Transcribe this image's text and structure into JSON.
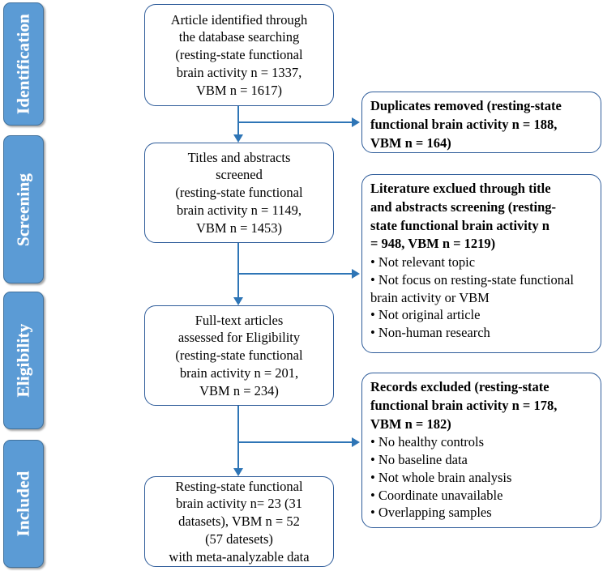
{
  "figure": {
    "type": "prisma-flow-diagram",
    "colors": {
      "stage_fill": "#5B9BD5",
      "stage_border": "#41719C",
      "stage_text": "#FFFFFF",
      "box_border": "#2E5C9A",
      "box_fill": "#FFFFFF",
      "connector": "#2E75B6",
      "text": "#000000"
    }
  },
  "stages": [
    {
      "id": "identification",
      "label": "Identification"
    },
    {
      "id": "screening",
      "label": "Screening"
    },
    {
      "id": "eligibility",
      "label": "Eligibility"
    },
    {
      "id": "included",
      "label": "Included"
    }
  ],
  "boxes": {
    "identified": {
      "lines": [
        "Article identified through",
        "the database searching",
        "(resting-state functional",
        "brain activity n = 1337,",
        "VBM n = 1617)"
      ]
    },
    "screened": {
      "lines": [
        "Titles and abstracts",
        "screened",
        "(resting-state functional",
        "brain activity n = 1149,",
        "VBM n = 1453)"
      ]
    },
    "fulltext": {
      "lines": [
        "Full-text articles",
        "assessed for Eligibility",
        "(resting-state functional",
        "brain activity n = 201,",
        "VBM n = 234)"
      ]
    },
    "included": {
      "lines": [
        "Resting-state functional",
        "brain activity n= 23 (31",
        "datasets), VBM n = 52",
        "(57 datesets)",
        "with meta-analyzable data"
      ]
    },
    "duplicates": {
      "heading_lines": [
        "Duplicates removed (resting-state",
        "functional brain activity n = 188,",
        "VBM n = 164)"
      ],
      "bullets": []
    },
    "literature_excluded": {
      "heading_lines": [
        "Literature exclued through title",
        "and abstracts screening (resting-",
        "state functional brain activity n",
        "= 948, VBM n = 1219)"
      ],
      "bullets": [
        "Not relevant topic",
        "Not focus on resting-state functional brain activity or VBM",
        "Not original article",
        "Non-human research"
      ]
    },
    "records_excluded": {
      "heading_lines": [
        "Records excluded (resting-state",
        "functional brain activity n = 178,",
        "VBM n = 182)"
      ],
      "bullets": [
        "No healthy controls",
        "No baseline data",
        "Not whole brain analysis",
        "Coordinate unavailable",
        "Overlapping samples"
      ]
    }
  },
  "counts": {
    "identified": {
      "resting_state": 1337,
      "vbm": 1617
    },
    "duplicates_removed": {
      "resting_state": 188,
      "vbm": 164
    },
    "screened": {
      "resting_state": 1149,
      "vbm": 1453
    },
    "literature_excluded": {
      "resting_state": 948,
      "vbm": 1219
    },
    "fulltext": {
      "resting_state": 201,
      "vbm": 234
    },
    "records_excluded": {
      "resting_state": 178,
      "vbm": 182
    },
    "included": {
      "resting_state_studies": 23,
      "resting_state_datasets": 31,
      "vbm_studies": 52,
      "vbm_datasets": 57
    }
  }
}
